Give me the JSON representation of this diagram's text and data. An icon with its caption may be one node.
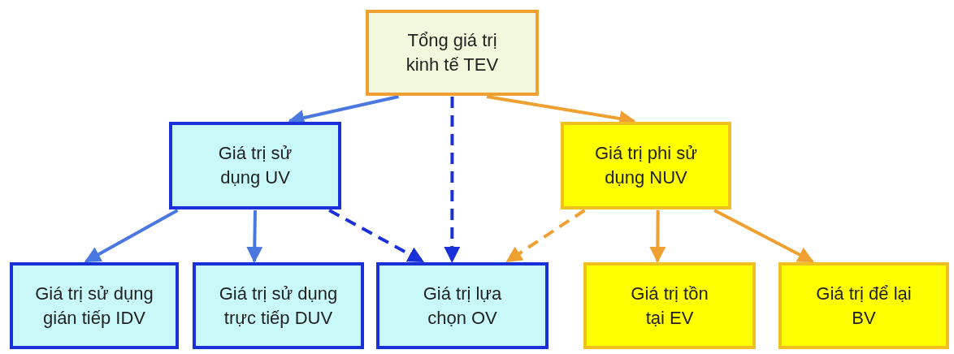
{
  "diagram": {
    "nodes": [
      {
        "text": [
          "Tổng giá trị kinh tế TEV"
        ]
      },
      {
        "text": [
          "Giá trị sử dụng UV"
        ]
      },
      {
        "text": [
          "Giá trị phi sử dụng NUV"
        ]
      },
      {
        "text": [
          "Giá trị sử dụng gián tiếp IDV"
        ]
      },
      {
        "text": [
          "Giá trị sử dụng trực tiếp DUV"
        ]
      },
      {
        "text": [
          "Giá trị lựa chọn OV"
        ]
      },
      {
        "text": [
          "Giá trị tồn tại EV"
        ]
      },
      {
        "text": [
          "Giá trị để lại BV"
        ]
      }
    ],
    "edges": [
      {
        "from": 0,
        "to": 1,
        "arrow": "to",
        "color": "#4a78e0"
      },
      {
        "from": 0,
        "to": 5,
        "arrow": "to",
        "style": "dashed",
        "color": "#1a30d8"
      },
      {
        "from": 0,
        "to": 2,
        "arrow": "to",
        "color": "#f0a030"
      },
      {
        "from": 1,
        "to": 3,
        "arrow": "to",
        "color": "#4a78e0"
      },
      {
        "from": 1,
        "to": 4,
        "arrow": "to",
        "color": "#4a78e0"
      },
      {
        "from": 1,
        "to": 5,
        "arrow": "to",
        "style": "dashed",
        "color": "#1a30d8"
      },
      {
        "from": 2,
        "to": 5,
        "arrow": "to",
        "style": "dashed",
        "color": "#f0a030"
      },
      {
        "from": 2,
        "to": 6,
        "arrow": "to",
        "color": "#f0a030"
      },
      {
        "from": 2,
        "to": 7,
        "arrow": "to",
        "color": "#f0a030"
      }
    ]
  }
}
